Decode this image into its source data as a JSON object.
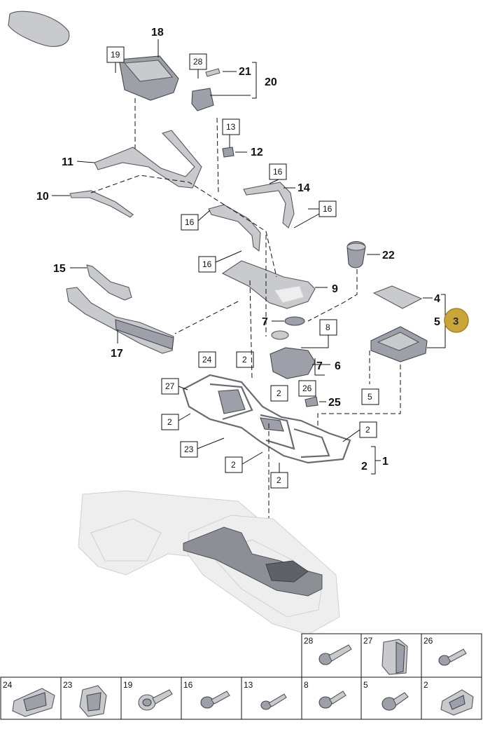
{
  "callouts": {
    "c18": "18",
    "c21": "21",
    "c20": "20",
    "c12": "12",
    "c11": "11",
    "c10": "10",
    "c14": "14",
    "c22": "22",
    "c15": "15",
    "c9": "9",
    "c4": "4",
    "c5": "5",
    "c7a": "7",
    "c7b": "7",
    "c6": "6",
    "c17": "17",
    "c25": "25",
    "c1": "1",
    "c2": "2"
  },
  "boxes": {
    "b19": "19",
    "b28": "28",
    "b13": "13",
    "b16a": "16",
    "b16b": "16",
    "b16c": "16",
    "b16d": "16",
    "b8": "8",
    "b24": "24",
    "b2a": "2",
    "b27": "27",
    "b2b": "2",
    "b26": "26",
    "b2c": "2",
    "b5": "5",
    "b23": "23",
    "b2d": "2",
    "b2e": "2",
    "b2f": "2"
  },
  "highlight": {
    "label": "3",
    "color": "#c9a53a"
  },
  "legend": {
    "row_top": [
      "28",
      "27",
      "26"
    ],
    "row_bottom": [
      "24",
      "23",
      "19",
      "16",
      "13",
      "8",
      "5",
      "2"
    ]
  }
}
